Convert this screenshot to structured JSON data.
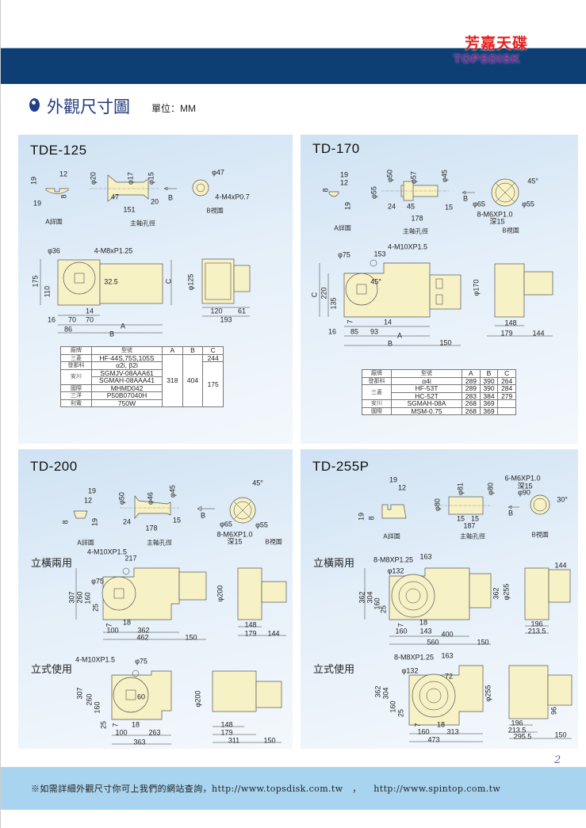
{
  "header": {
    "logo_cn": "芳嘉天碟",
    "logo_en": "TOPSDISK",
    "title": "外觀尺寸圖",
    "unit": "單位：MM"
  },
  "colors": {
    "band": "#0d3f74",
    "logo_red": "#e3201e",
    "logo_purple": "#7b2c8e",
    "footer": "#a9d4ef",
    "part_fill": "#f7f1c6"
  },
  "panels": {
    "tde125": {
      "title": "TDE-125",
      "labels": [
        "12",
        "19",
        "19",
        "8",
        "φ20",
        "φ17",
        "φ15",
        "47",
        "20",
        "151",
        "B",
        "φ47",
        "4-M4xP0.7",
        "φ36",
        "4-M8xP1.25",
        "175",
        "110",
        "32.5",
        "C",
        "14",
        "16",
        "70",
        "70",
        "86",
        "A",
        "B",
        "φ125",
        "120",
        "61",
        "193",
        "A詳圖",
        "主軸孔徑",
        "B視圖"
      ],
      "table": {
        "headers": [
          "廠牌",
          "型號",
          "A",
          "B",
          "C"
        ],
        "rows": [
          {
            "brand": "三菱",
            "model": "HF-44S,75S,105S"
          },
          {
            "brand": "發那科",
            "model": "α2i, β2i"
          },
          {
            "brand": "安川",
            "model": "SGMJV-08AAA61"
          },
          {
            "brand": "",
            "model": "SGMAH-08AAA41"
          },
          {
            "brand": "國際",
            "model": "MHMD042"
          },
          {
            "brand": "三洋",
            "model": "P50B07040H"
          },
          {
            "brand": "利電",
            "model": "750W"
          }
        ],
        "a": "318",
        "b": "404",
        "c_first": "244",
        "c_rest": "175"
      }
    },
    "td170": {
      "title": "TD-170",
      "labels": [
        "19",
        "12",
        "8",
        "19",
        "φ55",
        "φ50",
        "φ57",
        "φ45",
        "24",
        "45",
        "15",
        "178",
        "B",
        "45°",
        "φ65",
        "φ55",
        "8-M6XP1.0",
        "深15",
        "4-M10XP1.5",
        "φ75",
        "153",
        "C",
        "220",
        "135",
        "45°",
        "7",
        "14",
        "16",
        "85",
        "93",
        "A",
        "B",
        "150",
        "φ170",
        "148",
        "179",
        "144",
        "A詳圖",
        "主軸孔徑",
        "B視圖"
      ],
      "table": {
        "headers": [
          "廠牌",
          "型號",
          "A",
          "B",
          "C"
        ],
        "rows": [
          {
            "brand": "發那科",
            "model": "α4i",
            "a": "289",
            "b": "390",
            "c": "264"
          },
          {
            "brand": "三菱",
            "model": "HF-53T",
            "a": "289",
            "b": "390",
            "c": "284"
          },
          {
            "brand": "",
            "model": "HC-52T",
            "a": "283",
            "b": "384",
            "c": "279"
          },
          {
            "brand": "安川",
            "model": "SGMAH-08A",
            "a": "268",
            "b": "369",
            "c": ""
          },
          {
            "brand": "國際",
            "model": "MSM-0.75",
            "a": "268",
            "b": "369",
            "c": ""
          }
        ]
      }
    },
    "td200": {
      "title": "TD-200",
      "section_dual": "立橫兩用",
      "section_vertical": "立式使用",
      "labels": [
        "19",
        "12",
        "8",
        "19",
        "φ50",
        "φ46",
        "φ45",
        "24",
        "15",
        "178",
        "B",
        "45°",
        "φ65",
        "φ55",
        "8-M6XP1.0",
        "深15",
        "4-M10XP1.5",
        "217",
        "φ75",
        "307",
        "260",
        "160",
        "25",
        "7",
        "18",
        "100",
        "362",
        "462",
        "150",
        "φ200",
        "148",
        "179",
        "144",
        "4-M10XP1.5",
        "φ75",
        "307",
        "260",
        "160",
        "25",
        "7",
        "18",
        "100",
        "263",
        "363",
        "60",
        "φ200",
        "148",
        "179",
        "311",
        "150",
        "A詳圖",
        "主軸孔徑",
        "B視圖"
      ]
    },
    "td255p": {
      "title": "TD-255P",
      "section_dual": "立橫兩用",
      "section_vertical": "立式使用",
      "labels": [
        "19",
        "12",
        "19",
        "8",
        "φ81",
        "φ80",
        "φ80",
        "15",
        "15",
        "187",
        "B",
        "6-M6XP1.0",
        "深15",
        "φ90",
        "30°",
        "163",
        "8-M8XP1.25",
        "φ132",
        "362",
        "304",
        "160",
        "25",
        "7",
        "18",
        "160",
        "143",
        "400",
        "560",
        "150",
        "362",
        "144",
        "φ255",
        "196",
        "213.5",
        "8-M8XP1.25",
        "163",
        "φ132",
        "72",
        "362",
        "304",
        "160",
        "25",
        "7",
        "18",
        "160",
        "313",
        "473",
        "φ255",
        "96",
        "196",
        "213.5",
        "295.5",
        "150",
        "A詳圖",
        "主軸孔徑",
        "B視圖"
      ]
    }
  },
  "page_number": "2",
  "footer": {
    "note": "※如需詳細外觀尺寸你可上我們的網站查詢，",
    "url1": "http://www.topsdisk.com.tw",
    "sep": "，",
    "url2": "http://www.spintop.com.tw"
  }
}
